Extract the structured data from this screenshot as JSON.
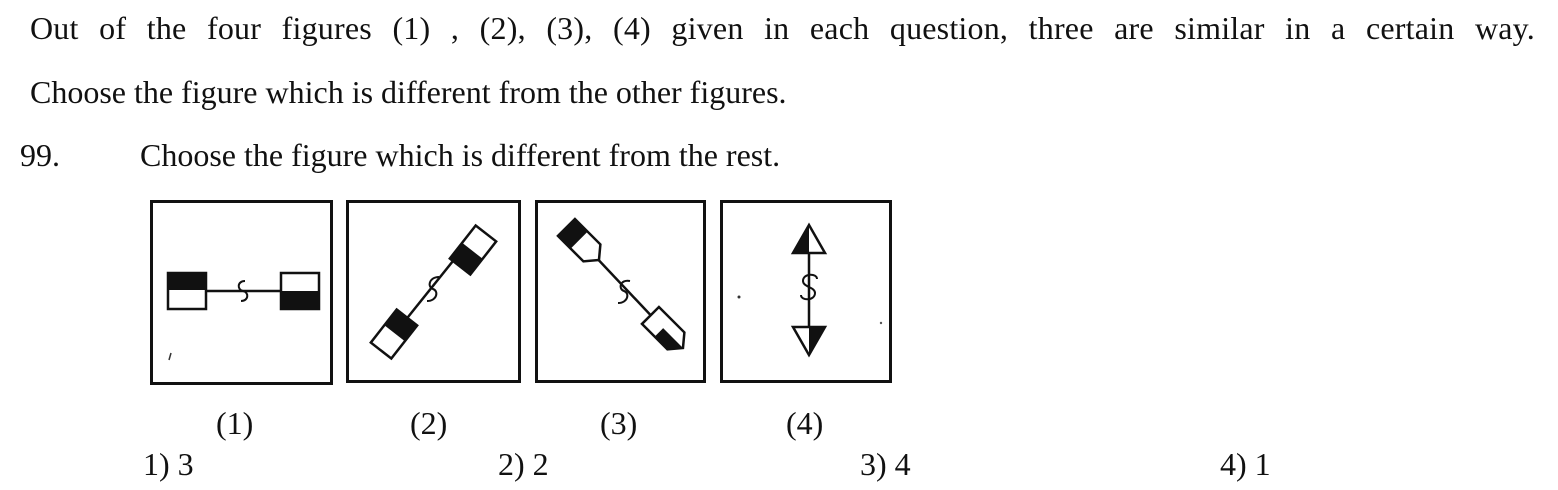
{
  "instructions": {
    "line1": "Out of the four figures (1) , (2), (3), (4) given in each question, three are similar in a certain way.",
    "line2": "Choose the figure which is different from the other figures."
  },
  "question": {
    "number": "99.",
    "text": "Choose the figure which is different from the rest."
  },
  "figures": [
    {
      "label": "(1)",
      "icon": "dumbbell-horizontal-icon"
    },
    {
      "label": "(2)",
      "icon": "dumbbell-diagonal-icon"
    },
    {
      "label": "(3)",
      "icon": "dumbbell-diagonal-reverse-icon"
    },
    {
      "label": "(4)",
      "icon": "arrow-vertical-icon"
    }
  ],
  "options": [
    {
      "text": "1) 3"
    },
    {
      "text": "2) 2"
    },
    {
      "text": "3) 4"
    },
    {
      "text": "4) 1"
    }
  ],
  "colors": {
    "ink": "#111111",
    "background": "#ffffff"
  }
}
